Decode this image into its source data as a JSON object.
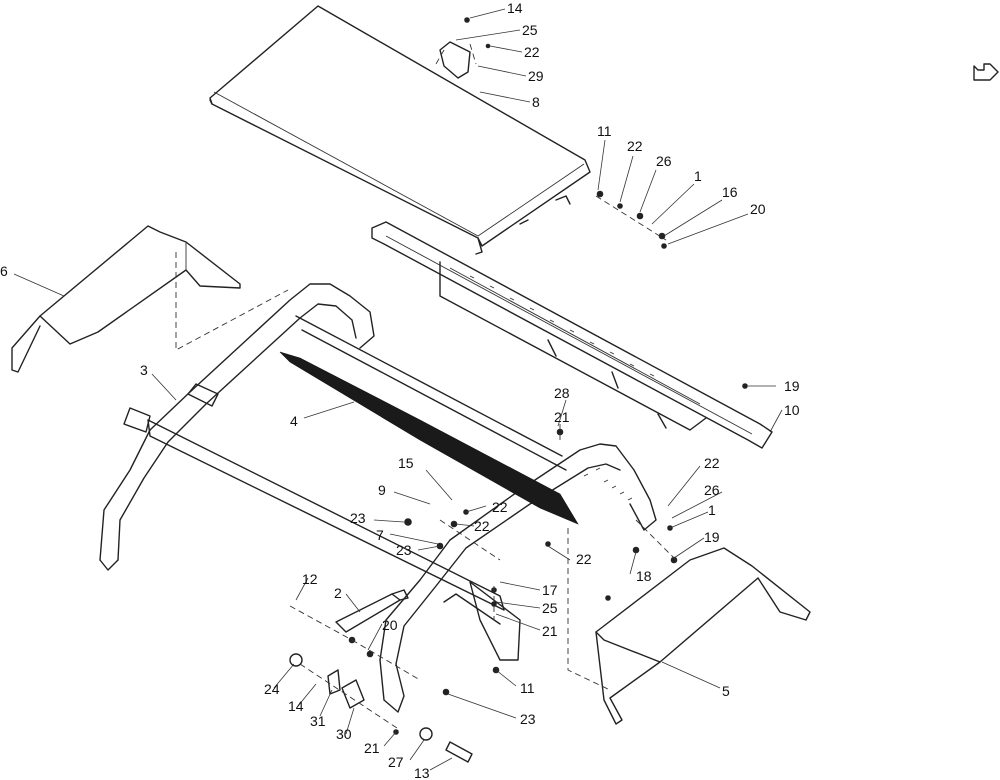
{
  "icons": {
    "corner": "page-turn-icon"
  },
  "callouts": [
    {
      "id": "c14a",
      "text": "14"
    },
    {
      "id": "c25a",
      "text": "25"
    },
    {
      "id": "c22a",
      "text": "22"
    },
    {
      "id": "c29",
      "text": "29"
    },
    {
      "id": "c8",
      "text": "8"
    },
    {
      "id": "c11a",
      "text": "11"
    },
    {
      "id": "c22b",
      "text": "22"
    },
    {
      "id": "c26a",
      "text": "26"
    },
    {
      "id": "c1a",
      "text": "1"
    },
    {
      "id": "c16",
      "text": "16"
    },
    {
      "id": "c20a",
      "text": "20"
    },
    {
      "id": "c6",
      "text": "6"
    },
    {
      "id": "c3",
      "text": "3"
    },
    {
      "id": "c4",
      "text": "4"
    },
    {
      "id": "c28",
      "text": "28"
    },
    {
      "id": "c21a",
      "text": "21"
    },
    {
      "id": "c19a",
      "text": "19"
    },
    {
      "id": "c10",
      "text": "10"
    },
    {
      "id": "c22c",
      "text": "22"
    },
    {
      "id": "c9",
      "text": "9"
    },
    {
      "id": "c15",
      "text": "15"
    },
    {
      "id": "c22d",
      "text": "22"
    },
    {
      "id": "c26b",
      "text": "26"
    },
    {
      "id": "c1b",
      "text": "1"
    },
    {
      "id": "c23a",
      "text": "23"
    },
    {
      "id": "c22e",
      "text": "22"
    },
    {
      "id": "c7",
      "text": "7"
    },
    {
      "id": "c23b",
      "text": "23"
    },
    {
      "id": "c22f",
      "text": "22"
    },
    {
      "id": "c19b",
      "text": "19"
    },
    {
      "id": "c18",
      "text": "18"
    },
    {
      "id": "c17",
      "text": "17"
    },
    {
      "id": "c25b",
      "text": "25"
    },
    {
      "id": "c21b",
      "text": "21"
    },
    {
      "id": "c12",
      "text": "12"
    },
    {
      "id": "c2",
      "text": "2"
    },
    {
      "id": "c20b",
      "text": "20"
    },
    {
      "id": "c11b",
      "text": "11"
    },
    {
      "id": "c5",
      "text": "5"
    },
    {
      "id": "c24",
      "text": "24"
    },
    {
      "id": "c14b",
      "text": "14"
    },
    {
      "id": "c31",
      "text": "31"
    },
    {
      "id": "c30",
      "text": "30"
    },
    {
      "id": "c23c",
      "text": "23"
    },
    {
      "id": "c21c",
      "text": "21"
    },
    {
      "id": "c27",
      "text": "27"
    },
    {
      "id": "c13",
      "text": "13"
    }
  ]
}
